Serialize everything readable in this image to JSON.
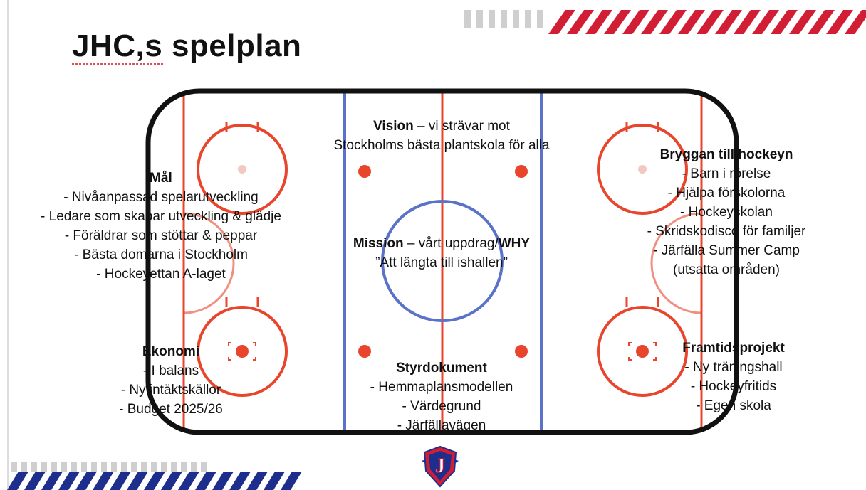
{
  "title": "JHC,s spelplan",
  "colors": {
    "red": "#e8452c",
    "blue": "#5a72c8",
    "stripe_red": "#d21e34",
    "stripe_blue": "#1e2e8c",
    "stripe_gray": "#cfcfcf"
  },
  "goal": {
    "heading": "Mål",
    "items": [
      "- Nivåanpassad spelarutveckling",
      "- Ledare som skapar utveckling & glädje",
      "-   Föräldrar som stöttar & peppar",
      "-   Bästa domarna i Stockholm",
      "-   Hockeyettan A-laget"
    ]
  },
  "economy": {
    "heading": "Ekonomi",
    "items": [
      "-   I balans",
      "-   Ny intäktskällor",
      "-   Budget 2025/26"
    ]
  },
  "vision": {
    "heading": "Vision",
    "text1": " – vi strävar mot",
    "text2": "Stockholms bästa plantskola för alla"
  },
  "mission": {
    "heading": "Mission",
    "text1": " – vårt uppdrag/",
    "why": "WHY",
    "text2": "”Att längta till ishallen”"
  },
  "steering": {
    "heading": "Styrdokument",
    "items": [
      "-   Hemmaplansmodellen",
      "-   Värdegrund",
      "-   Järfällavägen"
    ]
  },
  "bridge": {
    "heading": "Bryggan till hockeyn",
    "items": [
      "-   Barn i rörelse",
      "-   Hjälpa förskolorna",
      "-   Hockeyskolan",
      "-   Skridskodisco för familjer",
      "-   Järfälla Summer Camp",
      "(utsatta områden)"
    ]
  },
  "future": {
    "heading": "Framtidsprojekt",
    "items": [
      "-   Ny träningshall",
      "-   Hockeyfritids",
      "-   Egen skola"
    ]
  },
  "logo": {
    "letter": "J",
    "icon": "club-crest-icon"
  }
}
